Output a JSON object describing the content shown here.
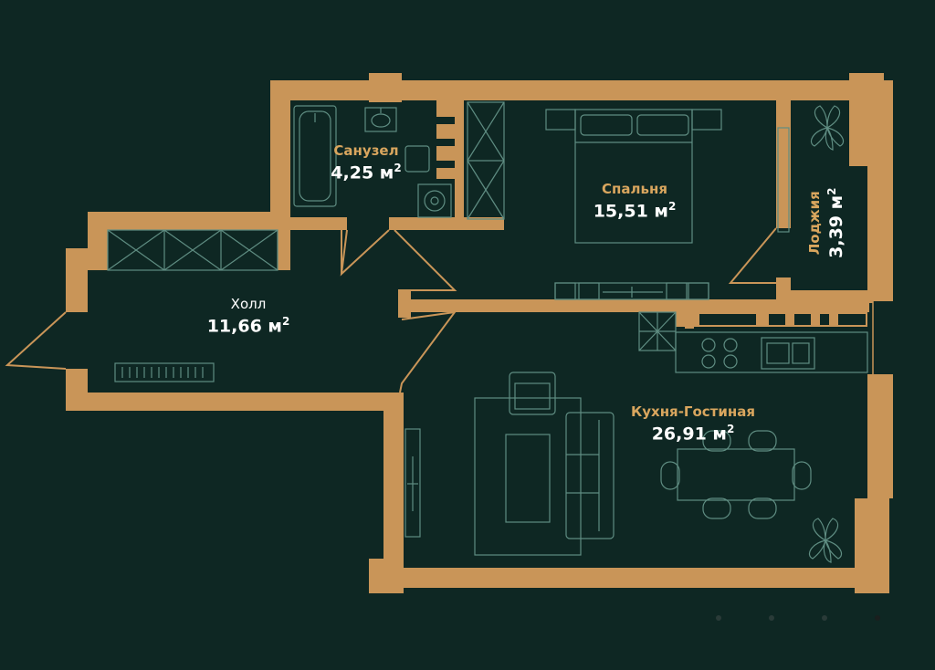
{
  "rooms": {
    "bathroom": {
      "name": "Санузел",
      "area": "4,25 м",
      "unit_sup": "2"
    },
    "bedroom": {
      "name": "Спальня",
      "area": "15,51 м",
      "unit_sup": "2"
    },
    "loggia": {
      "name": "Лоджия",
      "area": "3,39 м",
      "unit_sup": "2"
    },
    "hall": {
      "name": "Холл",
      "area": "11,66 м",
      "unit_sup": "2"
    },
    "living": {
      "name": "Кухня-Гостиная",
      "area": "26,91 м",
      "unit_sup": "2"
    }
  },
  "colors": {
    "background": "#0e2723",
    "wall": "#c99558",
    "furniture": "#5f8d82",
    "room_name": "#d9a65e",
    "area_text": "#ffffff"
  },
  "carousel": {
    "total": 4,
    "active_index": 2
  }
}
